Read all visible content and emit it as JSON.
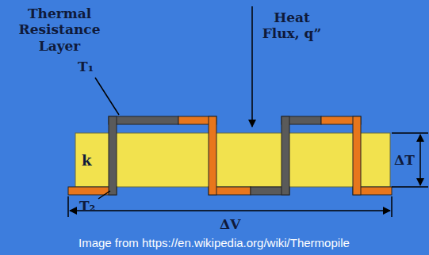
{
  "diagram": {
    "caption": "Image from https://en.wikipedia.org/wiki/Thermopile",
    "nodes": [
      {
        "text": [
          "k"
        ]
      }
    ],
    "labels": [
      "Thermal Resistance Layer",
      "Heat Flux, q”",
      "T₁",
      "T₂",
      "ΔT",
      "ΔV"
    ]
  }
}
